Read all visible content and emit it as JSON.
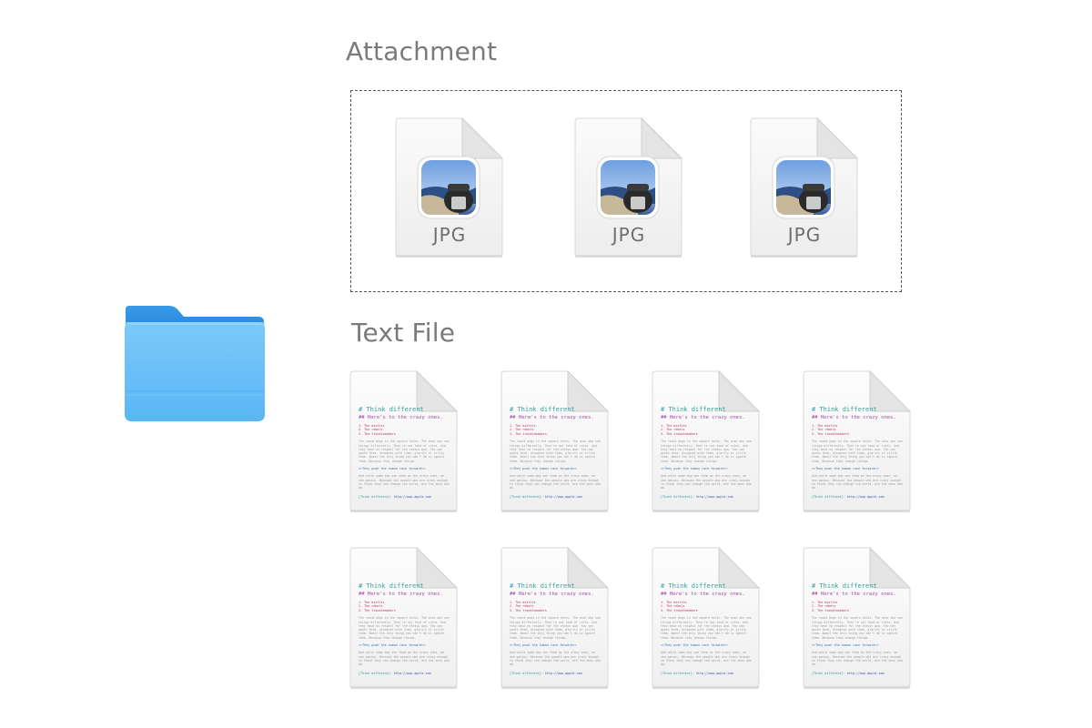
{
  "sections": {
    "attachment_title": "Attachment",
    "text_file_title": "Text File"
  },
  "attachments": [
    {
      "label": "JPG"
    },
    {
      "label": "JPG"
    },
    {
      "label": "JPG"
    }
  ],
  "text_file_preview": {
    "heading": "# Think different",
    "subheading": "## Here's to the crazy ones.",
    "list": [
      "1. The misfits",
      "2. The rebels",
      "3. The troublemakers"
    ],
    "paragraph1": "The round pegs in the square holes. The ones who see things differently. They're not fond of rules. And they have no respect for the status quo. You can quote them, disagree with them, glorify or vilify them. About the only thing you can't do is ignore them. Because they change things.",
    "quote": ">>They push the human race forward<<",
    "paragraph2": "And while some may see them as the crazy ones, we see genius. Because the people who are crazy enough to think they can change the world, are the ones who do.",
    "link_text": "[Think different]: ",
    "link_url": "http://www.apple.com"
  },
  "text_files_count_rows": 2,
  "text_files_per_row": 4,
  "colors": {
    "folder_back": "#2f8fe0",
    "folder_front": "#6cc0f8",
    "title_gray": "#7a7a7a"
  },
  "icons": {
    "folder": "folder-icon",
    "jpg_preview": "preview-app-icon",
    "document": "document-icon"
  }
}
